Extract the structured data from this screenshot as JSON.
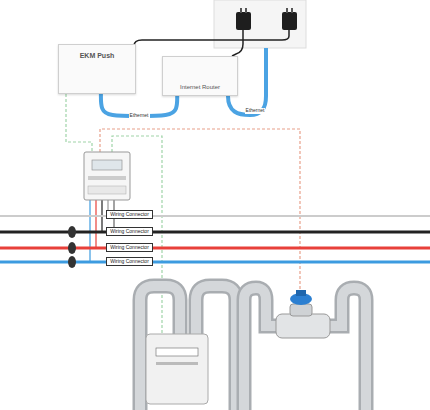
{
  "diagram": {
    "nodes": [
      {
        "text": [
          "EKM Push"
        ]
      },
      {
        "text": [
          "Internet Router"
        ]
      },
      {
        "text": [
          "Wiring Connector"
        ]
      },
      {
        "text": [
          "Wiring Connector"
        ]
      },
      {
        "text": [
          "Wiring Connector"
        ]
      },
      {
        "text": [
          "Wiring Connector"
        ]
      }
    ],
    "edges": [
      {
        "from": 0,
        "to": 1,
        "label": "Ethernet",
        "arrow": "none"
      }
    ],
    "labels": [
      "Ethernet"
    ]
  }
}
